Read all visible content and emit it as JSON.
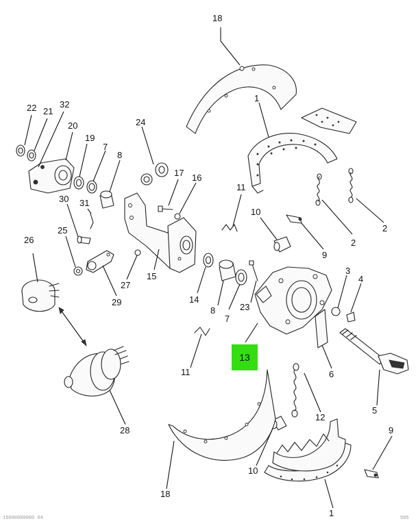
{
  "diagram": {
    "highlight_color": "#33dd11",
    "callouts": [
      {
        "id": "c18a",
        "label": "18"
      },
      {
        "id": "c1a",
        "label": "1"
      },
      {
        "id": "c22",
        "label": "22"
      },
      {
        "id": "c21",
        "label": "21"
      },
      {
        "id": "c32",
        "label": "32"
      },
      {
        "id": "c20",
        "label": "20"
      },
      {
        "id": "c19",
        "label": "19"
      },
      {
        "id": "c7a",
        "label": "7"
      },
      {
        "id": "c8a",
        "label": "8"
      },
      {
        "id": "c24",
        "label": "24"
      },
      {
        "id": "c17",
        "label": "17"
      },
      {
        "id": "c16",
        "label": "16"
      },
      {
        "id": "c30",
        "label": "30"
      },
      {
        "id": "c31",
        "label": "31"
      },
      {
        "id": "c11a",
        "label": "11"
      },
      {
        "id": "c10a",
        "label": "10"
      },
      {
        "id": "c2a",
        "label": "2"
      },
      {
        "id": "c2b",
        "label": "2"
      },
      {
        "id": "c9a",
        "label": "9"
      },
      {
        "id": "c26",
        "label": "26"
      },
      {
        "id": "c25",
        "label": "25"
      },
      {
        "id": "c27",
        "label": "27"
      },
      {
        "id": "c15",
        "label": "15"
      },
      {
        "id": "c29",
        "label": "29"
      },
      {
        "id": "c14",
        "label": "14"
      },
      {
        "id": "c8b",
        "label": "8"
      },
      {
        "id": "c7b",
        "label": "7"
      },
      {
        "id": "c23",
        "label": "23"
      },
      {
        "id": "c3",
        "label": "3"
      },
      {
        "id": "c4",
        "label": "4"
      },
      {
        "id": "c13",
        "label": "13",
        "highlight": true
      },
      {
        "id": "c11b",
        "label": "11"
      },
      {
        "id": "c6",
        "label": "6"
      },
      {
        "id": "c5",
        "label": "5"
      },
      {
        "id": "c28",
        "label": "28"
      },
      {
        "id": "c12",
        "label": "12"
      },
      {
        "id": "c9b",
        "label": "9"
      },
      {
        "id": "c10b",
        "label": "10"
      },
      {
        "id": "c18b",
        "label": "18"
      },
      {
        "id": "c1b",
        "label": "1"
      }
    ]
  },
  "footer": {
    "left": "15000000000 04",
    "right": "505"
  }
}
